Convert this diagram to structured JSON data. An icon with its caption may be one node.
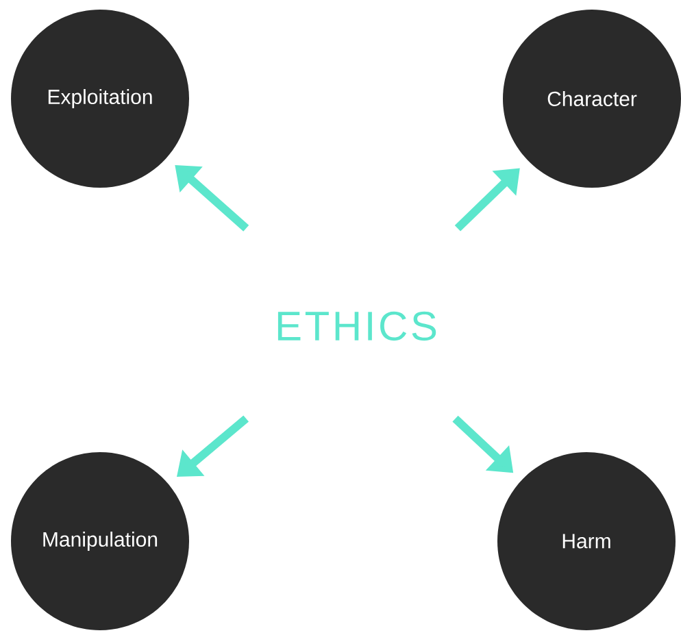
{
  "diagram": {
    "nodes": [
      {
        "text": [
          "Exploitation"
        ]
      },
      {
        "text": [
          "Character"
        ]
      },
      {
        "text": [
          "ETHICS"
        ]
      },
      {
        "text": [
          "Manipulation"
        ]
      },
      {
        "text": [
          "Harm"
        ]
      }
    ],
    "edges": [
      {
        "from": 2,
        "to": 0,
        "arrow": "to"
      },
      {
        "from": 2,
        "to": 1,
        "arrow": "to"
      },
      {
        "from": 2,
        "to": 3,
        "arrow": "to"
      },
      {
        "from": 2,
        "to": 4,
        "arrow": "to"
      }
    ]
  }
}
